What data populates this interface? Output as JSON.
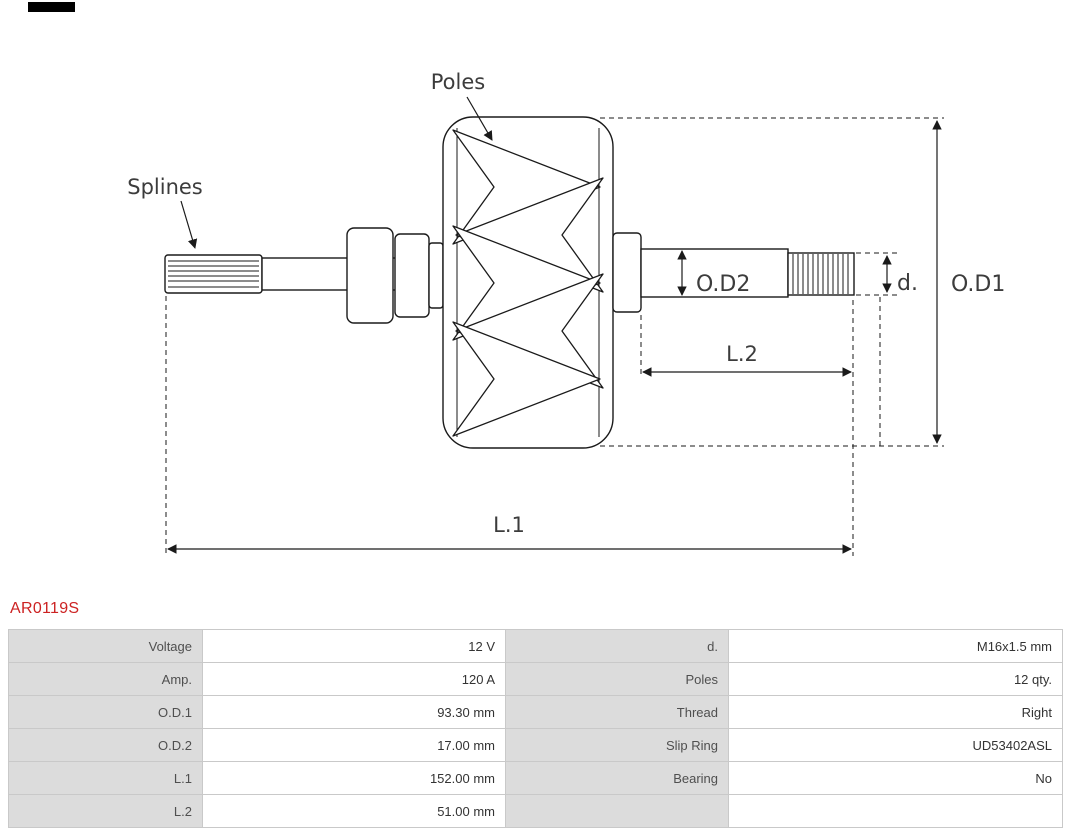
{
  "colors": {
    "product_code_red": "#cc2222",
    "table_label_bg": "#dcdcdc",
    "table_border": "#c9c9c9",
    "line_color": "#1a1a1a"
  },
  "product": {
    "code": "AR0119S"
  },
  "diagram": {
    "labels": {
      "poles": "Poles",
      "splines": "Splines",
      "od1": "O.D1",
      "od2": "O.D2",
      "d": "d.",
      "l1": "L.1",
      "l2": "L.2"
    }
  },
  "specs": {
    "rows": [
      {
        "label1": "Voltage",
        "value1": "12 V",
        "label2": "d.",
        "value2": "M16x1.5 mm"
      },
      {
        "label1": "Amp.",
        "value1": "120 A",
        "label2": "Poles",
        "value2": "12 qty."
      },
      {
        "label1": "O.D.1",
        "value1": "93.30 mm",
        "label2": "Thread",
        "value2": "Right"
      },
      {
        "label1": "O.D.2",
        "value1": "17.00 mm",
        "label2": "Slip Ring",
        "value2": "UD53402ASL"
      },
      {
        "label1": "L.1",
        "value1": "152.00 mm",
        "label2": "Bearing",
        "value2": "No"
      },
      {
        "label1": "L.2",
        "value1": "51.00 mm",
        "label2": "",
        "value2": ""
      }
    ]
  }
}
